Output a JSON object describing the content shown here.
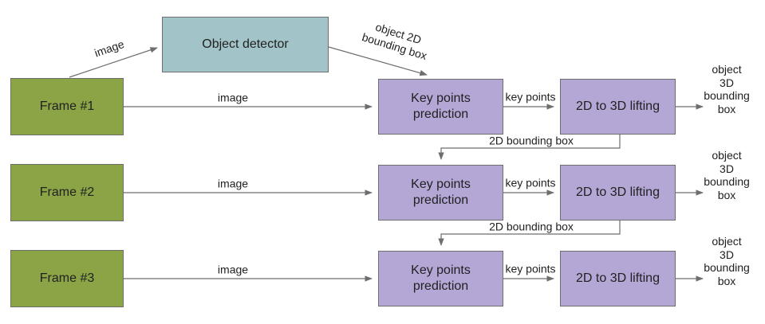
{
  "diagram": {
    "detector_label": "Object detector",
    "detector_in_label": "image",
    "detector_out_label": "object 2D\nbounding box",
    "feedback": [
      {
        "label": "2D bounding box"
      },
      {
        "label": "2D bounding box"
      }
    ],
    "rows": [
      {
        "frame": "Frame #1",
        "image": "image",
        "keypoints": "Key points\nprediction",
        "keypoints_out": "key points",
        "lifting": "2D to 3D lifting",
        "output": "object 3D\nbounding box"
      },
      {
        "frame": "Frame #2",
        "image": "image",
        "keypoints": "Key points\nprediction",
        "keypoints_out": "key points",
        "lifting": "2D to 3D lifting",
        "output": "object 3D\nbounding box"
      },
      {
        "frame": "Frame #3",
        "image": "image",
        "keypoints": "Key points\nprediction",
        "keypoints_out": "key points",
        "lifting": "2D to 3D lifting",
        "output": "object 3D\nbounding box"
      }
    ],
    "colors": {
      "frame_fill": "#8ba546",
      "detector_fill": "#a2c3c7",
      "stage_fill": "#b4a7d6",
      "line": "#6e6e6e",
      "text": "#212121",
      "background": "#ffffff"
    }
  }
}
